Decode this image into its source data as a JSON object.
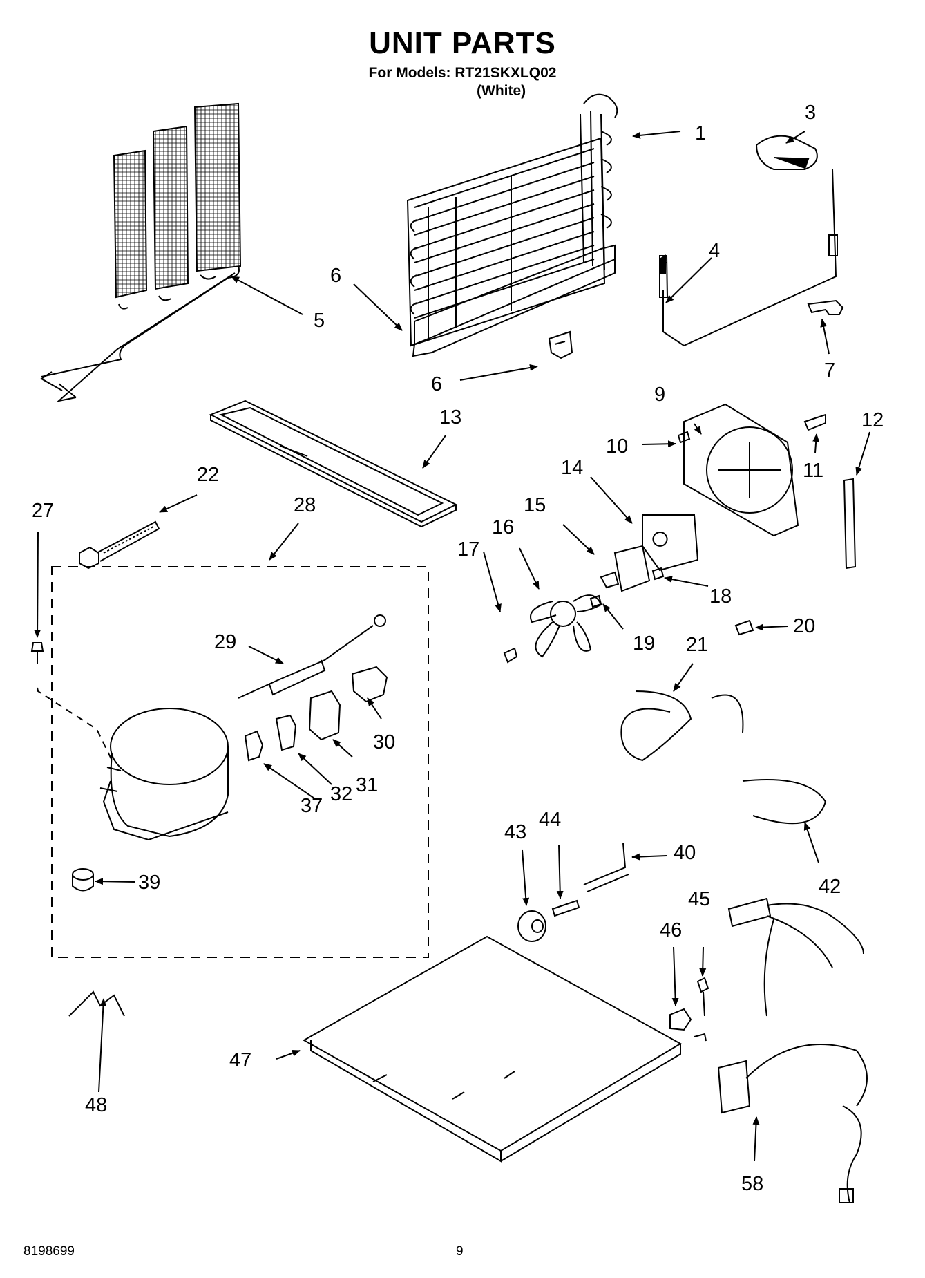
{
  "header": {
    "title": "UNIT PARTS",
    "models_line": "For Models: RT21SKXLQ02",
    "variant": "(White)"
  },
  "footer": {
    "document_number": "8198699",
    "page_number": "9"
  },
  "callouts": [
    "1",
    "3",
    "4",
    "5",
    "6",
    "6",
    "7",
    "9",
    "10",
    "11",
    "12",
    "13",
    "14",
    "15",
    "16",
    "17",
    "18",
    "19",
    "20",
    "21",
    "22",
    "27",
    "28",
    "29",
    "30",
    "31",
    "32",
    "37",
    "39",
    "40",
    "42",
    "43",
    "44",
    "45",
    "46",
    "47",
    "48",
    "58"
  ]
}
